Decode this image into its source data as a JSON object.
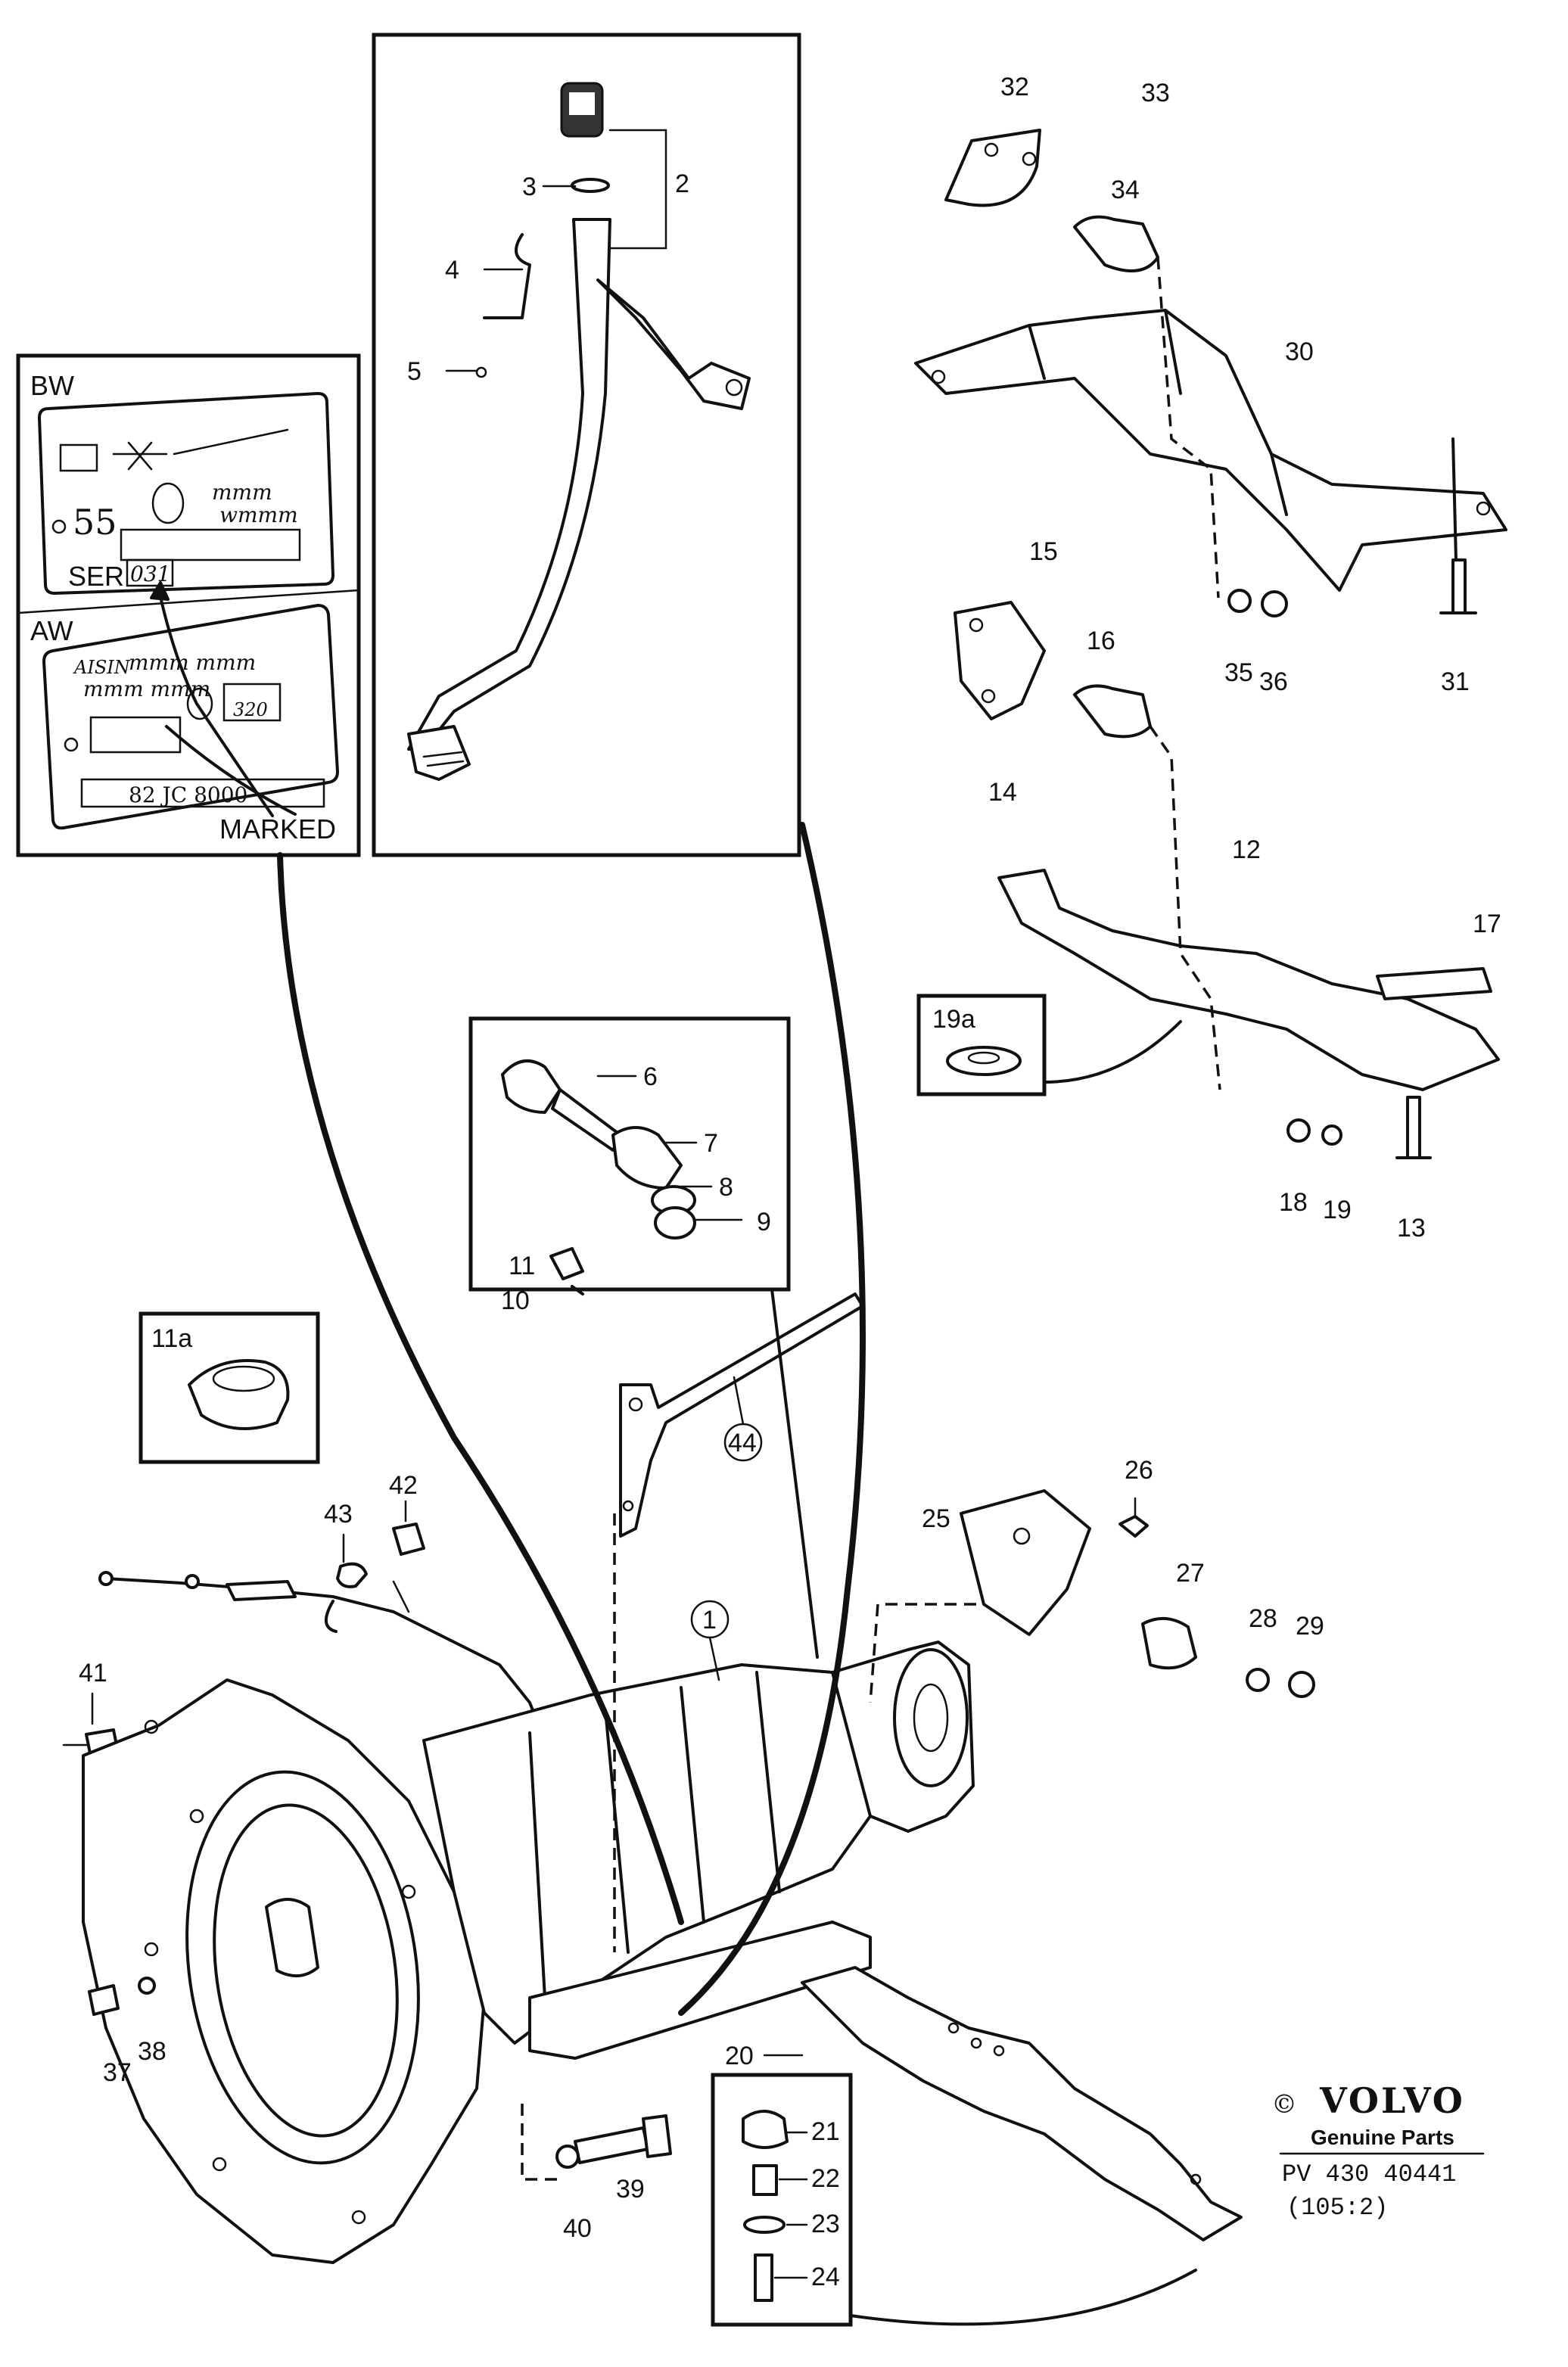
{
  "callouts": {
    "c1": "1",
    "c2": "2",
    "c3": "3",
    "c4": "4",
    "c5": "5",
    "c6": "6",
    "c7": "7",
    "c8": "8",
    "c9": "9",
    "c10": "10",
    "c11": "11",
    "c11a": "11a",
    "c12": "12",
    "c13": "13",
    "c14": "14",
    "c15": "15",
    "c16": "16",
    "c17": "17",
    "c18": "18",
    "c19": "19",
    "c19a": "19a",
    "c20": "20",
    "c21": "21",
    "c22": "22",
    "c23": "23",
    "c24": "24",
    "c25": "25",
    "c26": "26",
    "c27": "27",
    "c28": "28",
    "c29": "29",
    "c30": "30",
    "c31": "31",
    "c32": "32",
    "c33": "33",
    "c34": "34",
    "c35": "35",
    "c36": "36",
    "c37": "37",
    "c38": "38",
    "c39": "39",
    "c40": "40",
    "c41": "41",
    "c42": "42",
    "c43": "43",
    "c44": "44"
  },
  "id_plate_inset": {
    "bw_label": "BW",
    "aw_label": "AW",
    "bw_plate_number": "55",
    "bw_ser_label": "SER",
    "bw_ser_value": "031",
    "aw_brand": "AISIN",
    "aw_small_value": "320",
    "aw_bottom_code": "82 JC 8000",
    "marked_label": "MARKED"
  },
  "footer": {
    "copyright_symbol": "©",
    "brand": "VOLVO",
    "genuine_parts": "Genuine Parts",
    "ref_code": "PV 430 40441",
    "page_ref": "(105:2)"
  }
}
